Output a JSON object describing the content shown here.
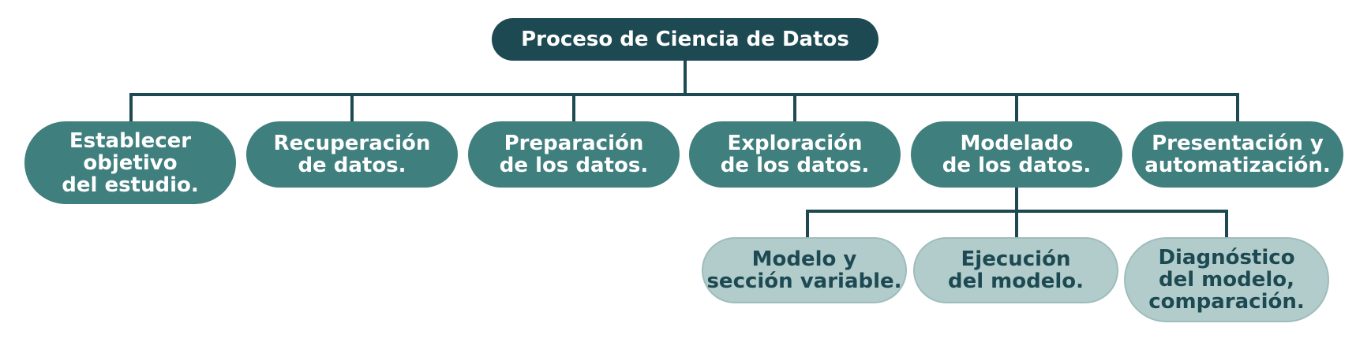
{
  "diagram": {
    "root": "Proceso de Ciencia de Datos",
    "steps": [
      "Establecer\nobjetivo\ndel estudio.",
      "Recuperación\nde datos.",
      "Preparación\nde los datos.",
      "Exploración\nde los datos.",
      "Modelado\nde los datos.",
      "Presentación y\nautomatización."
    ],
    "substeps": [
      "Modelo y\nsección variable.",
      "Ejecución\ndel modelo.",
      "Diagnóstico\ndel modelo,\ncomparación."
    ]
  }
}
